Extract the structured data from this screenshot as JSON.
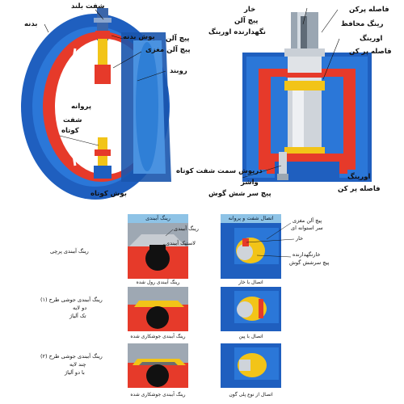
{
  "colors": {
    "body_blue": "#1f5fbf",
    "seal_red": "#e63a2a",
    "accent_yellow": "#f2c418",
    "header_blue": "#8ec3e6"
  },
  "left_valve": {
    "labels": {
      "top_shaft": "شفت بلند",
      "body": "بدنه",
      "body_bush": "بوش بدنه",
      "allen_screw": "پیچ آلن",
      "allen_screw_threaded": "پیچ آلن مغزی",
      "liner": "روبند",
      "disc": "پروانه",
      "short_shaft_1": "شفت",
      "short_shaft_2": "کوتاه",
      "short_bush": "بوش کوتاه"
    }
  },
  "right_valve": {
    "labels": {
      "key": "خار",
      "allen_screw": "پیچ آلن",
      "oring_retainer": "نگهدارنده اورینگ",
      "spacer": "فاصله پرکن",
      "protective_ring": "رینگ محافظ",
      "oring": "اورینگ",
      "spacer_bottom": "فاصله پر کن",
      "short_shaft_cap": "درپوش سمت شفت کوتاه",
      "oring_bottom": "اورینگ",
      "washer": "واشر",
      "hex_screw": "پیچ سر شش گوش"
    }
  },
  "bottom": {
    "seal_header": "رینگ آببندی",
    "joint_header": "اتصال شفت و پروانه",
    "seal_panel1_ring": "رینگ آببندی",
    "seal_panel1_rubber": "لاستیک آببندی",
    "seal_captions": [
      "رینگ آببندی رول شده",
      "رینگ آببندی جوشکاری شده",
      "رینگ آببندی جوشکاری شده"
    ],
    "joint_captions": [
      "اتصال با خار",
      "اتصال با پین",
      "اتصال از نوع پلی گون"
    ],
    "row_labels": [
      [
        "رینگ آببندی پرچی"
      ],
      [
        "رینگ آببندی جوشی طرح (۱)",
        "دو لایه",
        "تک آلیاژ"
      ],
      [
        "رینگ آببندی جوشی طرح (۲)",
        "چند لایه",
        "با دو آلیاژ"
      ]
    ],
    "joint_labels": {
      "threaded_screw_1": "پیچ آلن مغزی",
      "threaded_screw_2": "سر استوانه ای",
      "key": "خار",
      "key_retainer": "خارنگهدارنده",
      "hex_screw": "پیچ سرشش گوش"
    }
  }
}
